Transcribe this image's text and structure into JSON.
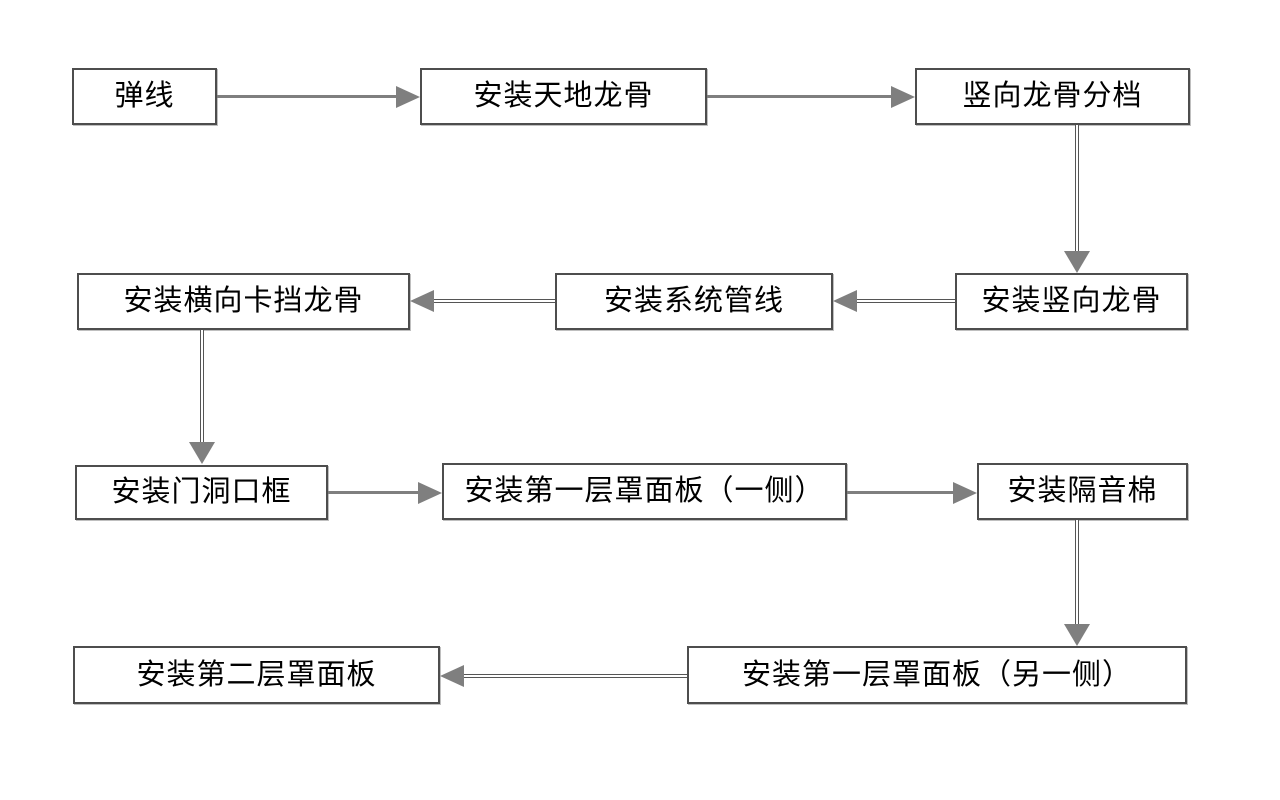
{
  "diagram": {
    "type": "flowchart",
    "background_color": "#ffffff",
    "box_fill_color": "#ffffff",
    "box_border_color": "#4d4d4d",
    "arrow_color": "#7f7f7f",
    "text_color": "#000000",
    "nodes": [
      {
        "id": "snap-line",
        "label": "弹线"
      },
      {
        "id": "install-ceiling-floor-keel",
        "label": "安装天地龙骨"
      },
      {
        "id": "vertical-keel-spacing",
        "label": "竖向龙骨分档"
      },
      {
        "id": "install-horizontal-blocking-keel",
        "label": "安装横向卡挡龙骨"
      },
      {
        "id": "install-system-pipelines",
        "label": "安装系统管线"
      },
      {
        "id": "install-vertical-keel",
        "label": "安装竖向龙骨"
      },
      {
        "id": "install-door-opening-frame",
        "label": "安装门洞口框"
      },
      {
        "id": "install-first-layer-panel-one-side",
        "label": "安装第一层罩面板（一侧）"
      },
      {
        "id": "install-sound-insulation-cotton",
        "label": "安装隔音棉"
      },
      {
        "id": "install-second-layer-panel",
        "label": "安装第二层罩面板"
      },
      {
        "id": "install-first-layer-panel-other-side",
        "label": "安装第一层罩面板（另一侧）"
      }
    ],
    "edges": [
      {
        "from": "snap-line",
        "to": "install-ceiling-floor-keel",
        "direction": "right",
        "style": "solid"
      },
      {
        "from": "install-ceiling-floor-keel",
        "to": "vertical-keel-spacing",
        "direction": "right",
        "style": "solid"
      },
      {
        "from": "vertical-keel-spacing",
        "to": "install-vertical-keel",
        "direction": "down",
        "style": "hollow"
      },
      {
        "from": "install-vertical-keel",
        "to": "install-system-pipelines",
        "direction": "left",
        "style": "hollow"
      },
      {
        "from": "install-system-pipelines",
        "to": "install-horizontal-blocking-keel",
        "direction": "left",
        "style": "hollow"
      },
      {
        "from": "install-horizontal-blocking-keel",
        "to": "install-door-opening-frame",
        "direction": "down",
        "style": "hollow"
      },
      {
        "from": "install-door-opening-frame",
        "to": "install-first-layer-panel-one-side",
        "direction": "right",
        "style": "solid"
      },
      {
        "from": "install-first-layer-panel-one-side",
        "to": "install-sound-insulation-cotton",
        "direction": "right",
        "style": "solid"
      },
      {
        "from": "install-sound-insulation-cotton",
        "to": "install-first-layer-panel-other-side",
        "direction": "down",
        "style": "hollow"
      },
      {
        "from": "install-first-layer-panel-other-side",
        "to": "install-second-layer-panel",
        "direction": "left",
        "style": "hollow"
      }
    ]
  }
}
